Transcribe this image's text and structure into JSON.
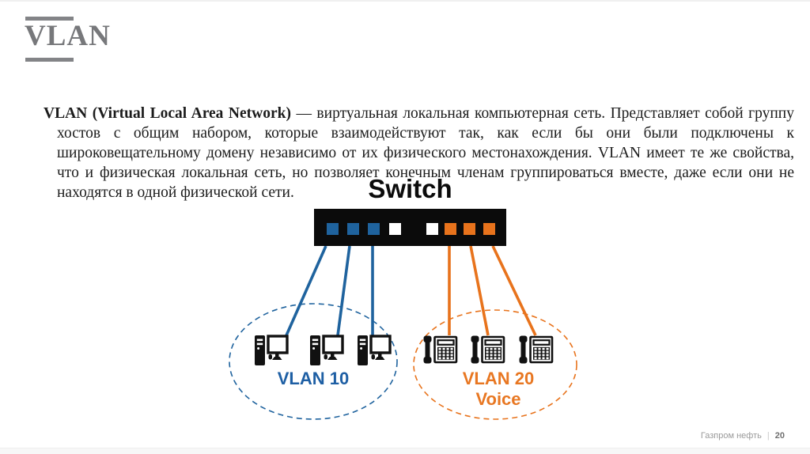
{
  "header": {
    "title": "VLAN"
  },
  "paragraph": {
    "bold_lead": "VLAN (Virtual Local Area Network)",
    "body": " — виртуальная локальная компьютерная сеть. Представляет собой группу хостов с общим набором, которые взаимодействуют так, как если бы они были подключены к широковещательному домену независимо от их физического местонахождения. VLAN имеет те же свойства, что и физическая локальная сеть, но позволяет конечным членам группироваться вместе, даже если они не находятся в одной физической сети."
  },
  "diagram": {
    "switch_label": "Switch",
    "ports": [
      "blue",
      "blue",
      "blue",
      "white",
      "white",
      "orange",
      "orange",
      "orange"
    ],
    "colors": {
      "blue": "#1F639E",
      "orange": "#E8731C",
      "white": "#FFFFFF",
      "device": "#111111"
    },
    "vlan10": {
      "label": "VLAN 10",
      "device": "desktop-computer",
      "device_count": 3,
      "text_color": "#1E5FA4"
    },
    "vlan20": {
      "label": "VLAN 20",
      "sublabel": "Voice",
      "device": "desk-phone",
      "device_count": 3,
      "text_color": "#E87722"
    }
  },
  "footer": {
    "company": "Газпром нефть",
    "separator": "|",
    "page": "20"
  }
}
